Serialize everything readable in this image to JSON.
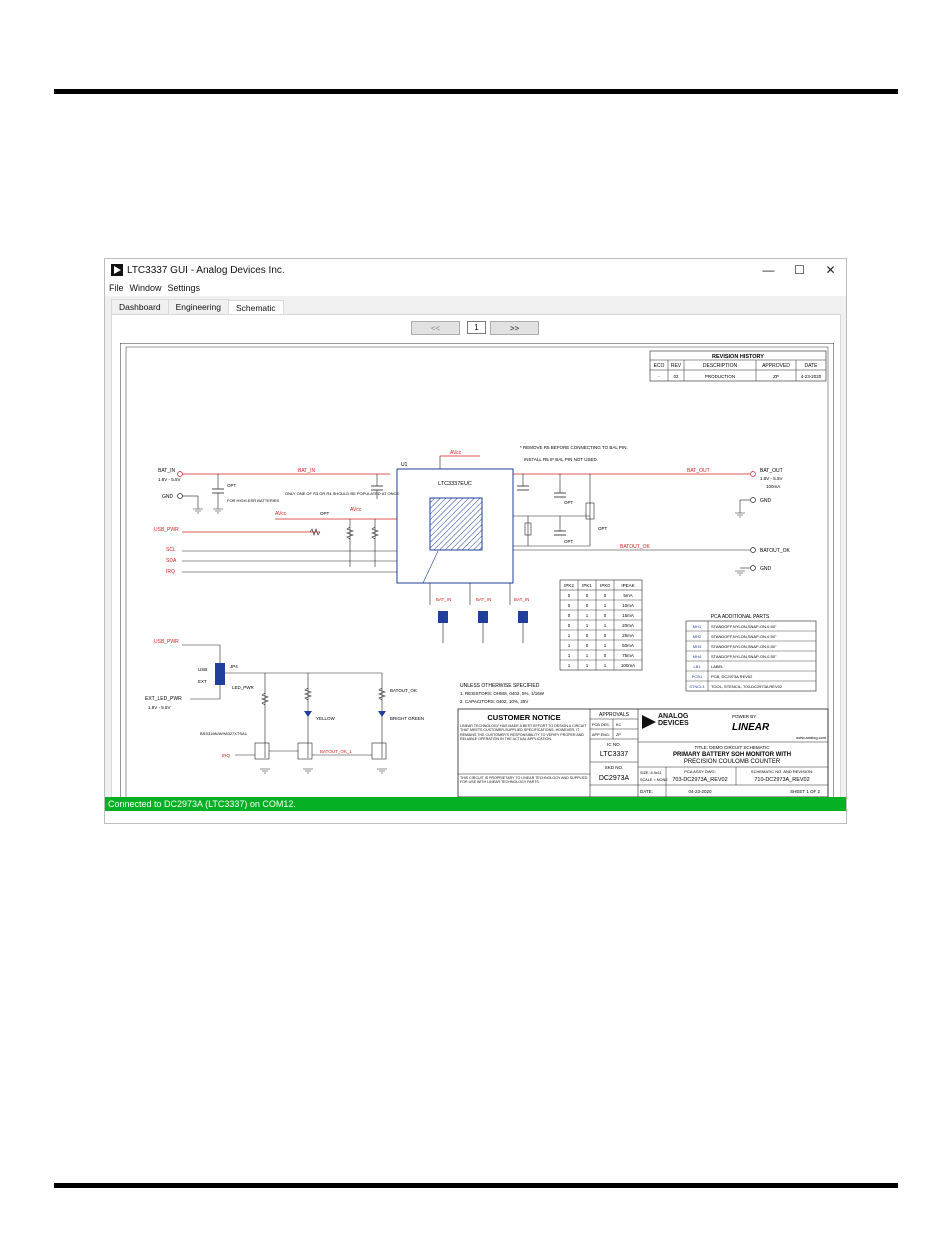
{
  "window": {
    "title": "LTC3337 GUI - Analog Devices Inc.",
    "minimize": "—",
    "maximize": "☐",
    "close": "✕"
  },
  "menu": {
    "file": "File",
    "window": "Window",
    "settings": "Settings"
  },
  "tabs": [
    {
      "label": "Dashboard",
      "active": false
    },
    {
      "label": "Engineering",
      "active": false
    },
    {
      "label": "Schematic",
      "active": true
    }
  ],
  "pager": {
    "prev": "<<",
    "page": "1",
    "next": ">>"
  },
  "schematic": {
    "revision_history": {
      "title": "REVISION HISTORY",
      "headers": [
        "ECO",
        "REV",
        "DESCRIPTION",
        "APPROVED",
        "DATE"
      ],
      "row": [
        "-",
        "02",
        "PRODUCTION",
        "ZP",
        "4-23-2020"
      ]
    },
    "notes": {
      "remove_r5": "* REMOVE R5 BEFORE CONNECTING TO BAL PIN.",
      "install_r5": "INSTALL R5 IF BAL PIN NOT USED."
    },
    "nets": {
      "bat_in": "BAT_IN",
      "bat_out": "BAT_OUT",
      "avcc": "AVcc",
      "usb_pwr": "USB_PWR",
      "scl": "SCL",
      "sda": "SDA",
      "irq": "IRQ",
      "batout_ok": "BATOUT_OK",
      "gnd": "GND",
      "ext_led_pwr": "EXT_LED_PWR",
      "led_pwr": "LED_PWR",
      "usb": "USB",
      "ext": "EXT",
      "batout_ok_1": "BATOUT_OK_1"
    },
    "labels": {
      "bat_in_range": "1.8V - 5.5V",
      "bat_out_range": "1.8V - 5.5V",
      "bat_out_current": "100mA",
      "ext_led_range": "1.8V - 5.5V",
      "high_esr": "FOR HIGH-ESR BATTERIES",
      "only_one": "ONLY ONE OF R3 OR R4 SHOULD BE POPULATED AT ONCE",
      "ic_name": "LTC3337EUC",
      "u1": "U1",
      "opt": "OPT",
      "yellow": "YELLOW",
      "bright_green": "BRIGHT GREEN",
      "jp4": "JP4",
      "m1_part": "BSS316N/WH8327XTSA1"
    },
    "ipk_table": {
      "headers": [
        "IPK2",
        "IPK1",
        "IPK0",
        "IPEAK"
      ],
      "rows": [
        [
          "0",
          "0",
          "0",
          "5mA"
        ],
        [
          "0",
          "0",
          "1",
          "10mA"
        ],
        [
          "0",
          "1",
          "0",
          "15mA"
        ],
        [
          "0",
          "1",
          "1",
          "20mA"
        ],
        [
          "1",
          "0",
          "0",
          "25mA"
        ],
        [
          "1",
          "0",
          "1",
          "50mA"
        ],
        [
          "1",
          "1",
          "0",
          "75mA"
        ],
        [
          "1",
          "1",
          "1",
          "100mA"
        ]
      ]
    },
    "pca_parts": {
      "title": "PCA ADDITIONAL PARTS",
      "rows": [
        [
          "MH1",
          "STANDOFF,NYLON,SNAP-ON,0.50\""
        ],
        [
          "MH2",
          "STANDOFF,NYLON,SNAP-ON,0.50\""
        ],
        [
          "MH3",
          "STANDOFF,NYLON,SNAP-ON,0.50\""
        ],
        [
          "MH4",
          "STANDOFF,NYLON,SNAP-ON,0.50\""
        ],
        [
          "LB1",
          "LABEL"
        ],
        [
          "PCB1",
          "PCB, DC2973A          REV02"
        ],
        [
          "STNCL1",
          "TOOL, STENCIL, 700-DC2973A   REV02"
        ]
      ]
    },
    "unless_noted": {
      "title": "UNLESS OTHERWISE SPECIFIED",
      "line1": "1. RESISTORS: OHMS, 0402, 5%, 1/16W",
      "line2": "2. CAPACITORS: 0402, 10%, 25V"
    },
    "title_block": {
      "customer_notice": "CUSTOMER NOTICE",
      "notice_text": "LINEAR TECHNOLOGY HAS MADE A BEST EFFORT TO DESIGN A CIRCUIT THAT MEETS CUSTOMER-SUPPLIED SPECIFICATIONS; HOWEVER, IT REMAINS THE CUSTOMER'S RESPONSIBILITY TO VERIFY PROPER AND RELIABLE OPERATION IN THE ACTUAL APPLICATION.",
      "proprietary": "THIS CIRCUIT IS PROPRIETARY TO LINEAR TECHNOLOGY AND SUPPLIED FOR USE WITH LINEAR TECHNOLOGY PARTS.",
      "approvals": "APPROVALS",
      "pcb_des": "PCB DES.",
      "pcb_des_val": "KC",
      "app_eng": "APP ENG.",
      "app_eng_val": "ZP",
      "ic_no_label": "IC NO.",
      "ic_no": "LTC3337",
      "skd_no_label": "SKD NO.",
      "skd_no": "DC2973A",
      "analog": "ANALOG DEVICES",
      "power_by": "POWER BY",
      "linear": "LINEAR",
      "website": "www.analog.com",
      "title_label": "TITLE:  DEMO CIRCUIT SCHEMATIC",
      "title_line1": "PRIMARY BATTERY SOH MONITOR WITH",
      "title_line2": "PRECISION COULOMB COUNTER",
      "size_label": "SIZE: 8.5x11",
      "scale_label": "SCALE = NONE",
      "pca_label": "PCA ASSY DWG:",
      "pca_val": "703-DC2973A_REV02",
      "schem_label": "SCHEMATIC NO. AND REVISION:",
      "schem_val": "710-DC2973A_REV02",
      "date_label": "DATE:",
      "date_val": "04-23-2020",
      "sheet": "SHEET  1  OF  2"
    }
  },
  "status": {
    "text": "Connected to DC2973A (LTC3337) on COM12."
  },
  "colors": {
    "status_green": "#06b025",
    "net_red": "#d42020",
    "ic_blue": "#1f3f9a"
  }
}
